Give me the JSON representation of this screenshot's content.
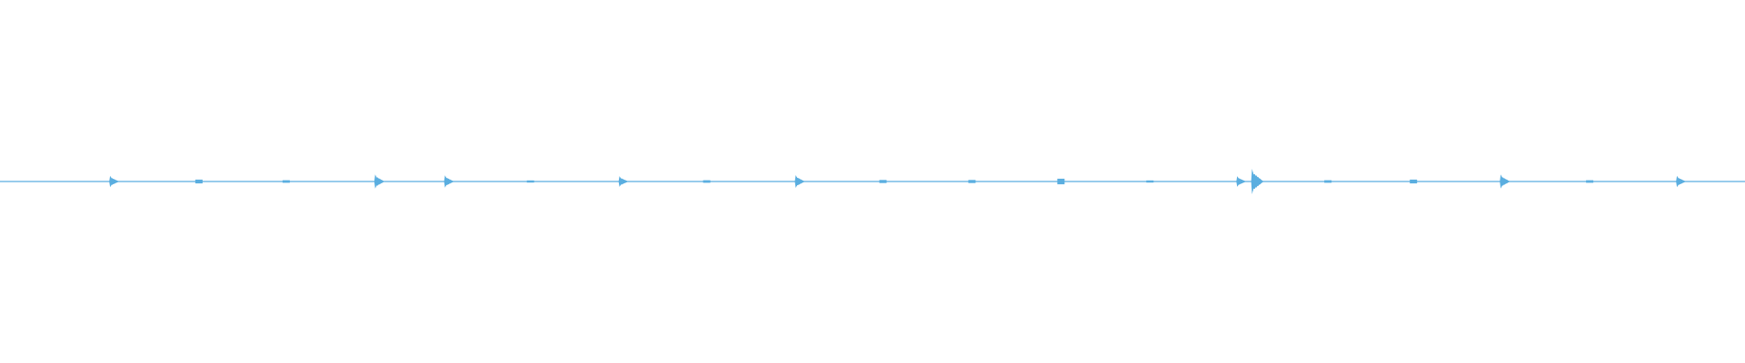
{
  "waveform": {
    "color": "#5aaee0",
    "background": "#ffffff",
    "peak_scale": 1.0,
    "transients": [
      {
        "t": 0.0631,
        "amp": 0.45,
        "kind": "hit"
      },
      {
        "t": 0.114,
        "amp": 0.15,
        "kind": "blip"
      },
      {
        "t": 0.164,
        "amp": 0.1,
        "kind": "blip"
      },
      {
        "t": 0.215,
        "amp": 0.55,
        "kind": "hit"
      },
      {
        "t": 0.255,
        "amp": 0.48,
        "kind": "hit"
      },
      {
        "t": 0.304,
        "amp": 0.08,
        "kind": "blip"
      },
      {
        "t": 0.355,
        "amp": 0.42,
        "kind": "hit"
      },
      {
        "t": 0.405,
        "amp": 0.1,
        "kind": "blip"
      },
      {
        "t": 0.456,
        "amp": 0.5,
        "kind": "hit"
      },
      {
        "t": 0.506,
        "amp": 0.12,
        "kind": "blip"
      },
      {
        "t": 0.557,
        "amp": 0.12,
        "kind": "blip"
      },
      {
        "t": 0.608,
        "amp": 0.22,
        "kind": "blip"
      },
      {
        "t": 0.659,
        "amp": 0.08,
        "kind": "blip"
      },
      {
        "t": 0.709,
        "amp": 0.42,
        "kind": "hit"
      },
      {
        "t": 0.7175,
        "amp": 1.0,
        "kind": "hit"
      },
      {
        "t": 0.761,
        "amp": 0.1,
        "kind": "blip"
      },
      {
        "t": 0.81,
        "amp": 0.15,
        "kind": "blip"
      },
      {
        "t": 0.86,
        "amp": 0.55,
        "kind": "hit"
      },
      {
        "t": 0.911,
        "amp": 0.1,
        "kind": "blip"
      },
      {
        "t": 0.961,
        "amp": 0.45,
        "kind": "hit"
      }
    ]
  }
}
